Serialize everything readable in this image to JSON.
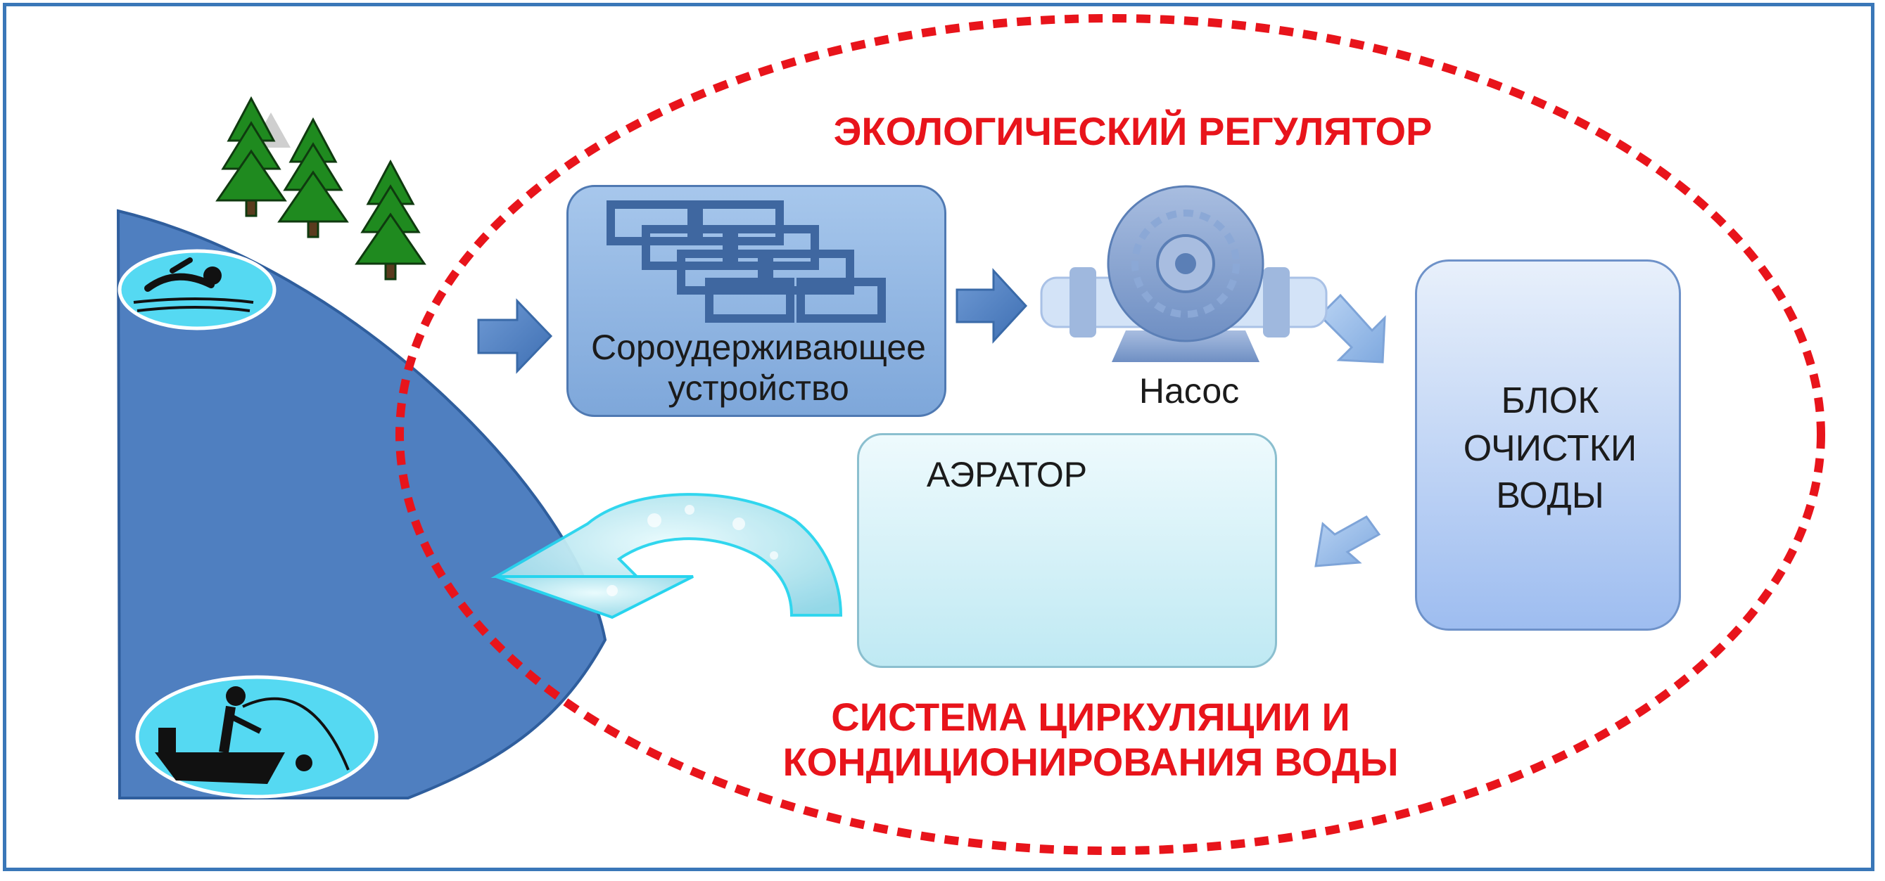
{
  "diagram": {
    "eco_regulator_title": "ЭКОЛОГИЧЕСКИЙ РЕГУЛЯТОР",
    "circulation_title_line1": "СИСТЕМА ЦИРКУЛЯЦИИ И",
    "circulation_title_line2": "КОНДИЦИОНИРОВАНИЯ ВОДЫ",
    "screen_device_line1": "Сороудерживающее",
    "screen_device_line2": "устройство",
    "pump_label": "Насос",
    "filter_line1": "БЛОК",
    "filter_line2": "ОЧИСТКИ",
    "filter_line3": "ВОДЫ",
    "aerator_label": "АЭРАТОР"
  },
  "icons": [
    "tree-icon",
    "swimmer-icon",
    "fisherman-boat-icon",
    "pump-icon",
    "grid-screen-icon",
    "aerator-tube-icon"
  ],
  "colors": {
    "border": "#3a77b8",
    "red_text": "#e8141b",
    "water": "#4f7fc0",
    "dotted_ellipse": "#e8141b",
    "tree": "#1f8a1f"
  }
}
